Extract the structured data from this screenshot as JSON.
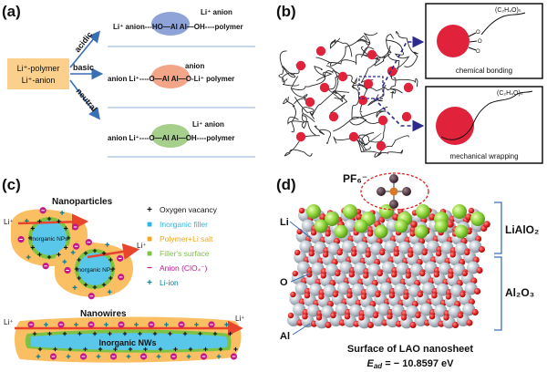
{
  "panel_a": {
    "label": "(a)",
    "source_line1": "Li⁺-polymer",
    "source_line2": "Li⁺-anion",
    "branch_acidic": "acidic",
    "branch_basic": "basic",
    "branch_neutral": "neutral",
    "acidic_top": "Li⁺  anion",
    "acidic_row": "Li⁺ anion---HO—Al  Al—OH----polymer",
    "basic_top": "anion",
    "basic_row": "anion Li⁺----O—Al  Al—O-Li⁺ polymer",
    "neutral_top": "Li⁺  anion",
    "neutral_row": "anion Li⁺----O—Al  Al—OH----polymer",
    "ellipse_colors": [
      "#8fa3d9",
      "#f2a587",
      "#a5cf8a"
    ]
  },
  "panel_b": {
    "label": "(b)",
    "formula": "(C₂H₄O)ₙ",
    "bonding_label": "chemical bonding",
    "wrapping_label": "mechanical wrapping",
    "bonding_atoms": [
      "O",
      "O",
      "O"
    ]
  },
  "panel_c": {
    "label": "(c)",
    "nanoparticles_title": "Nanoparticles",
    "np_text": "Inorganic NPs",
    "li_label": "Li⁺",
    "legend": [
      {
        "symbol": "+",
        "text": "Oxygen vacancy",
        "color": "#111111"
      },
      {
        "symbol": "■",
        "text": "Inorganic filler",
        "color": "#2bb7e3"
      },
      {
        "symbol": "■",
        "text": "Polymer+Li salt",
        "color": "#f5a623"
      },
      {
        "symbol": "■",
        "text": "Filler's surface",
        "color": "#7dc242"
      },
      {
        "symbol": "−",
        "text": "Anion (ClO₄⁻)",
        "color": "#c2188c"
      },
      {
        "symbol": "+",
        "text": "Li-ion",
        "color": "#0a7f8f"
      }
    ],
    "nanowires_title": "Nanowires",
    "nw_text": "Inorganic NWs"
  },
  "panel_d": {
    "label": "(d)",
    "pf6_label": "PF₆⁻",
    "li_label": "Li",
    "o_label": "O",
    "al_label": "Al",
    "layer_top": "LiAlO₂",
    "layer_bottom": "Al₂O₃",
    "caption_line1": "Surface of LAO nanosheet",
    "caption_eq_prefix": "E",
    "caption_eq_sub": "ad",
    "caption_eq_value": " = − 10.8597 eV"
  }
}
